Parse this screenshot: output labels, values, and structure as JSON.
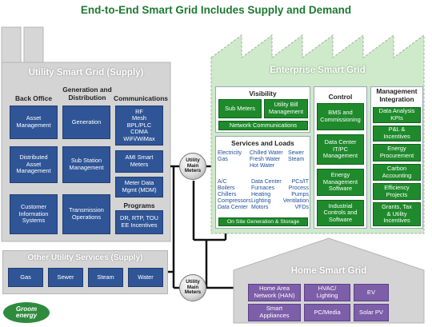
{
  "title": "End-to-End Smart Grid Includes Supply and Demand",
  "colors": {
    "title": "#1d7a33",
    "supply": "#d4d4d4",
    "enterprise": "#cfe9cb",
    "home": "#d4d4d4",
    "blue_box": "#2f5597",
    "green_box": "#1f8a2c",
    "purple_box": "#7d5ea8"
  },
  "utility": {
    "title": "Utility Smart Grid (Supply)",
    "columns": [
      "Back Office",
      "Generation and\nDistribution",
      "Communications"
    ],
    "back_office": [
      "Asset\nManagement",
      "Distributed\nAsset\nManagement",
      "Customer\nInformation\nSystems"
    ],
    "generation": [
      "Generation",
      "Sub Station\nManagement",
      "Transmission\nOperations"
    ],
    "communications": [
      "RF\nMesh\nBPL/PLC\nCDMA\nWiFi/WiMax",
      "AMI Smart\nMeters",
      "Meter Data\nMgmt (MDM)"
    ],
    "programs_label": "Programs",
    "programs_text": "DR, RTP, TOU\nEE Incentives"
  },
  "other": {
    "title": "Other Utility Services  (Supply)",
    "items": [
      "Gas",
      "Sewer",
      "Steam",
      "Water"
    ]
  },
  "meters": [
    "Utility\nMain\nMeters",
    "Utility\nMain\nMeters"
  ],
  "enterprise": {
    "title": "Enterprise Smart Grid",
    "visibility_title": "Visibility",
    "visibility_items": [
      "Sub Meters",
      "Utility Bill\nManagement"
    ],
    "network_comm": "Network Communications",
    "services_title": "Services and Loads",
    "services_top": [
      "Electricity\nGas",
      "Chilled Water\nFresh Water\nHot Water",
      "Sewer\nSteam"
    ],
    "services_bottom": [
      "A/C\nBoilers\nChillers\nCompressors\nData Center",
      "Data Center\nFurnaces\nHeating\nLighting\nMotors",
      "PCs/IT\nProcess\nPumps\nVentilation\nVFDs"
    ],
    "onsite": "On Site Generation & Storage",
    "control_title": "Control",
    "control_items": [
      "BMS and\nCommissioning",
      "Data Center\nIT/PC\nManagement",
      "Energy\nManagement\nSoftware",
      "Industrial\nControls and\nSoftware"
    ],
    "mgmt_title": "Management\nIntegration",
    "mgmt_items": [
      "Data Analysis\nKPIs",
      "P&L &\nIncentives",
      "Energy\nProcurement",
      "Carbon\nAccounting",
      "Efficiency\nProjects",
      "Grants, Tax\n& Utility\nIncentives"
    ]
  },
  "home": {
    "title": "Home Smart Grid",
    "items": [
      "Home Area\nNetwork (HAN)",
      "HVAC/\nLighting",
      "EV",
      "Smart\nAppliances",
      "PC/Media",
      "Solar PV"
    ]
  },
  "logo_text": "Groom\nenergy"
}
